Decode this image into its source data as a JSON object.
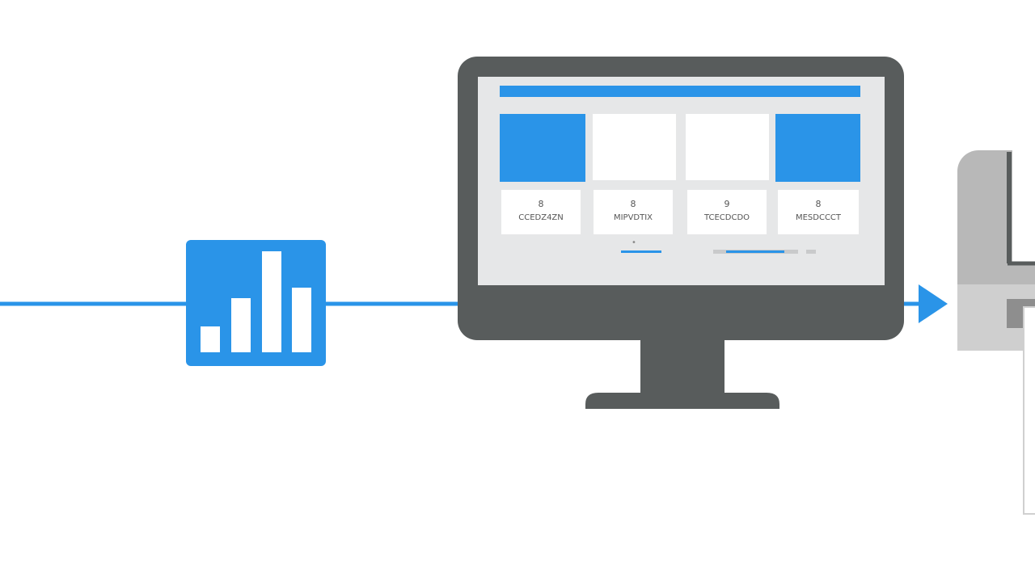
{
  "colors": {
    "accent": "#2a94e8",
    "monitor_dark": "#585c5c",
    "screen_bg": "#e6e7e8",
    "card_white": "#ffffff",
    "device_gray": "#b8b8b8",
    "background": "#ffffff"
  },
  "icons": {
    "chart_icon": "bar-chart-icon",
    "monitor": "desktop-monitor-icon",
    "device": "printer-device-icon",
    "arrow": "arrow-right-icon"
  },
  "chart_icon": {
    "bar_levels": [
      0.2,
      0.42,
      0.78,
      0.5
    ]
  },
  "screen": {
    "cards": [
      {
        "glyph": "8",
        "text": "CCEDZ4ZN"
      },
      {
        "glyph": "8",
        "text": "MIPVDTIX"
      },
      {
        "glyph": "9",
        "text": "TCECDCDO"
      },
      {
        "glyph": "8",
        "text": "MESDCCCT"
      }
    ],
    "pager_dot": "•"
  }
}
